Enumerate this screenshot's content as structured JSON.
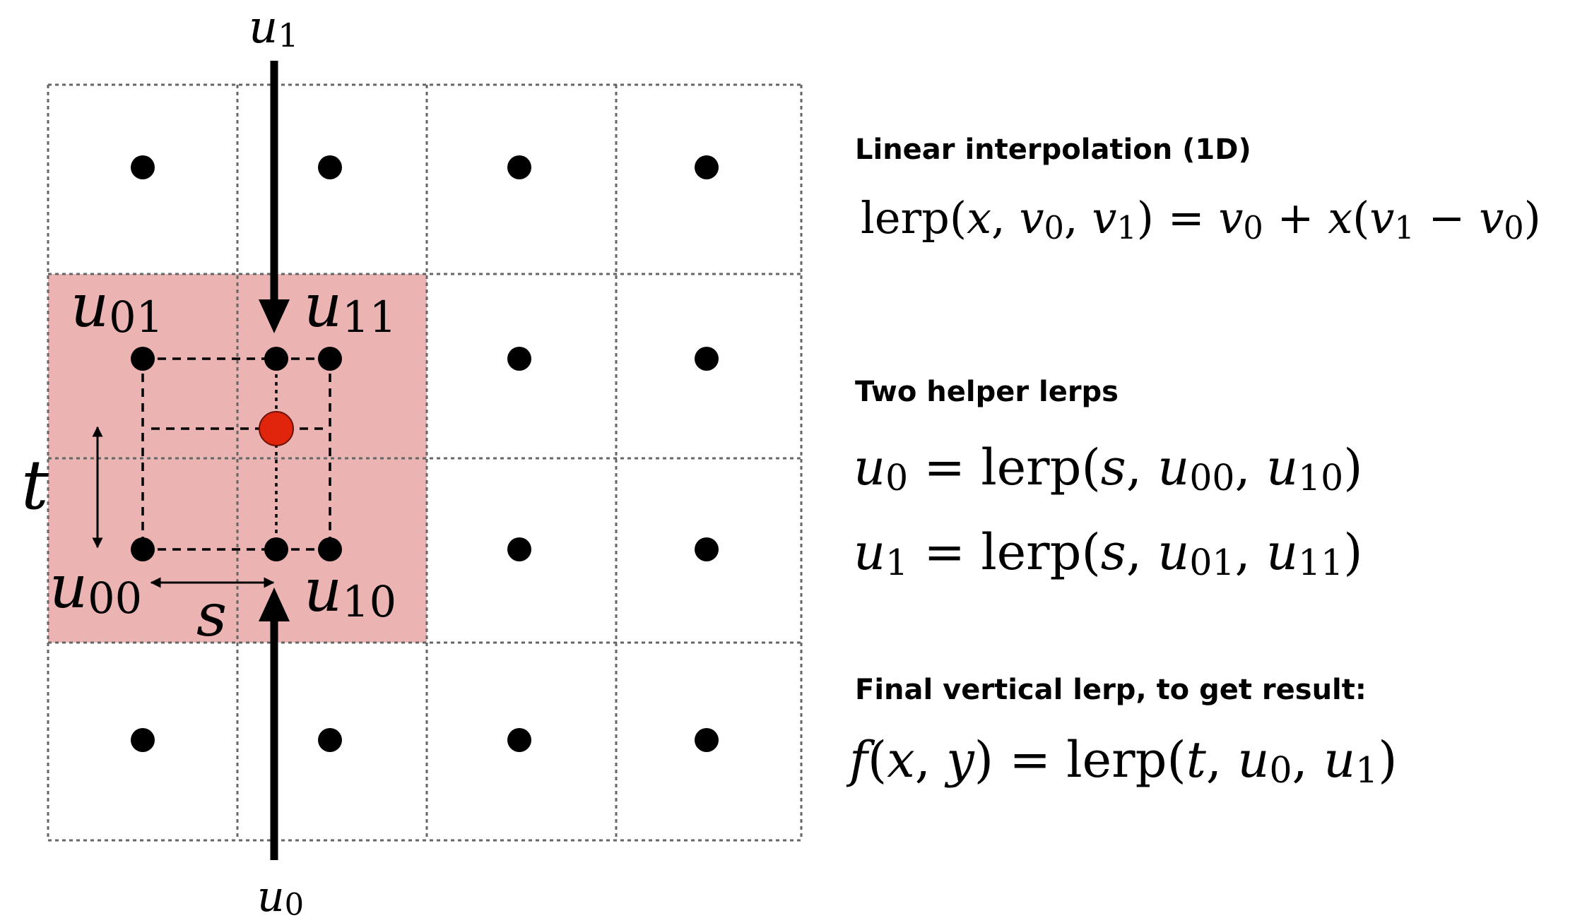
{
  "labels": {
    "u1_top": {
      "base": "u",
      "sub": "1"
    },
    "u0_bottom": {
      "base": "u",
      "sub": "0"
    },
    "u01": {
      "base": "u",
      "sub": "01"
    },
    "u11": {
      "base": "u",
      "sub": "11"
    },
    "u00": {
      "base": "u",
      "sub": "00"
    },
    "u10": {
      "base": "u",
      "sub": "10"
    },
    "t": "t",
    "s": "s"
  },
  "sections": [
    {
      "heading": "Linear interpolation (1D)"
    },
    {
      "heading": "Two helper lerps"
    },
    {
      "heading": "Final vertical lerp, to get result:"
    }
  ],
  "equations": {
    "lerp": {
      "name": "lerp",
      "open": "(",
      "x": "x",
      "comma": ",",
      "v": "v",
      "v0_sub": "0",
      "v1_sub": "1",
      "close": ")",
      "equals": "=",
      "plus": "+",
      "minus": "−"
    },
    "helper_u0": {
      "lhs_sub": "0",
      "s": "s",
      "a_sub": "00",
      "b_sub": "10"
    },
    "helper_u1": {
      "lhs_sub": "1",
      "s": "s",
      "a_sub": "01",
      "b_sub": "11"
    },
    "final": {
      "f": "f",
      "x": "x",
      "y": "y",
      "t": "t",
      "a_sub": "0",
      "b_sub": "1"
    }
  },
  "colors": {
    "highlight_region": "#ebb3b1",
    "sample_point": "#e1250c",
    "ink": "#000000",
    "grid": "#666666"
  }
}
